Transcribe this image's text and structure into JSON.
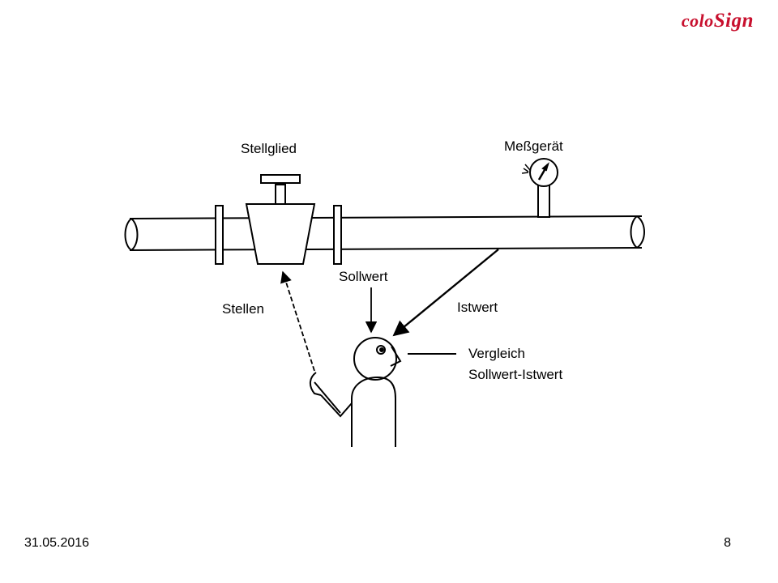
{
  "logo": {
    "prefix": "colo",
    "suffix": "Sign"
  },
  "diagram": {
    "labels": {
      "actuator": "Stellglied",
      "meter": "Meßgerät",
      "setpoint": "Sollwert",
      "adjust": "Stellen",
      "actual": "Istwert",
      "compare_line1": "Vergleich",
      "compare_line2": "Sollwert-Istwert"
    }
  },
  "footer": {
    "date": "31.05.2016",
    "page": "8"
  },
  "colors": {
    "brand": "#c8102e",
    "ink": "#000000"
  }
}
